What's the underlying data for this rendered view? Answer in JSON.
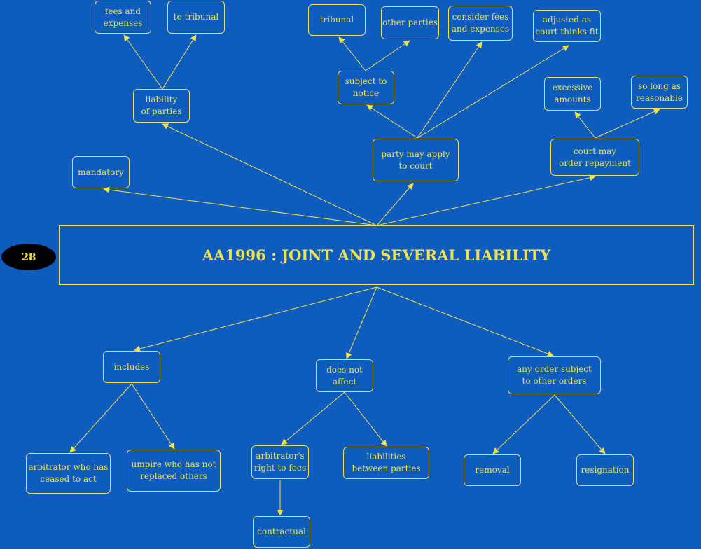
{
  "page_number": "28",
  "title": "AA1996 : JOINT AND SEVERAL LIABILITY",
  "colors": {
    "background": "#0f5cbf",
    "accent": "#f0e24a",
    "badge": "#000000"
  },
  "nodes": {
    "fees_expenses": "fees and\nexpenses",
    "to_tribunal": "to tribunal",
    "liability_of_parties": "liability\nof parties",
    "tribunal": "tribunal",
    "other_parties": "other parties",
    "consider_fees": "consider fees\nand expenses",
    "adjusted": "adjusted as\ncourt thinks fit",
    "subject_to_notice": "subject to\nnotice",
    "excessive_amounts": "excessive\namounts",
    "so_long_as_reasonable": "so long as\nreasonable",
    "mandatory": "mandatory",
    "party_may_apply": "party may apply\nto court",
    "court_may_order": "court may\norder repayment",
    "includes": "includes",
    "does_not_affect": "does not\naffect",
    "any_order_subject": "any order subject\nto other orders",
    "arbitrator_ceased": "arbitrator who has\nceased to act",
    "umpire": "umpire who has not\nreplaced others",
    "arbitrators_right": "arbitrator's\nright to fees",
    "liabilities_between": "liabilities\nbetween parties",
    "removal": "removal",
    "resignation": "resignation",
    "contractual": "contractual"
  }
}
